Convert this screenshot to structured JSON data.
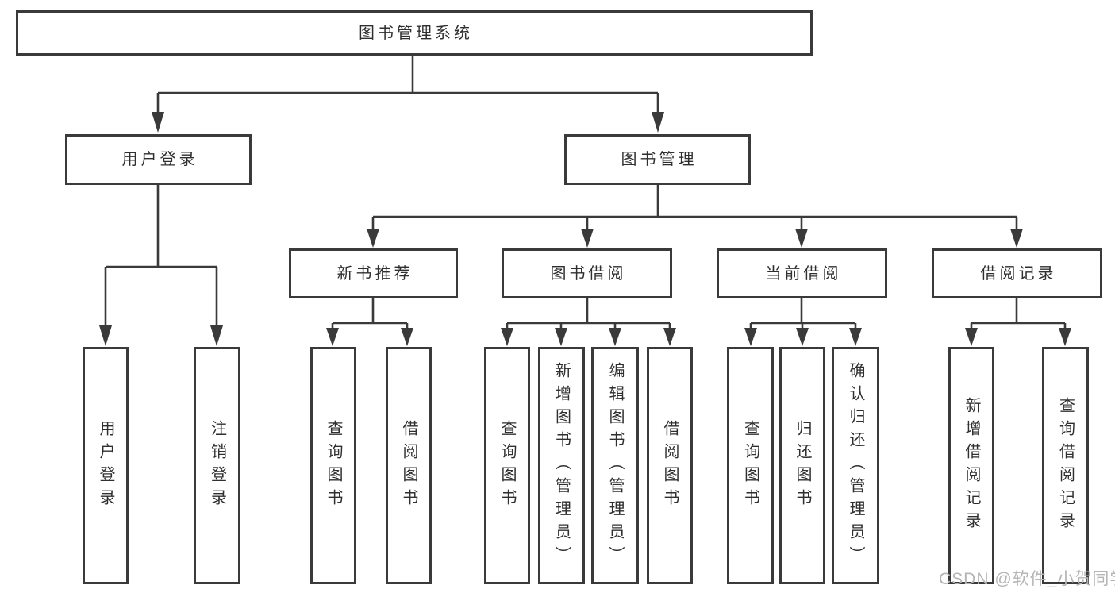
{
  "nodes": {
    "root": {
      "label": "图书管理系统"
    },
    "level2": [
      {
        "label": "用户登录"
      },
      {
        "label": "图书管理"
      }
    ],
    "level3": [
      {
        "label": "新书推荐"
      },
      {
        "label": "图书借阅"
      },
      {
        "label": "当前借阅"
      },
      {
        "label": "借阅记录"
      }
    ],
    "leaves": [
      {
        "label": "用户登录"
      },
      {
        "label": "注销登录"
      },
      {
        "label": "查询图书"
      },
      {
        "label": "借阅图书"
      },
      {
        "label": "查询图书"
      },
      {
        "label": "新增图书（管理员）"
      },
      {
        "label": "编辑图书（管理员）"
      },
      {
        "label": "借阅图书"
      },
      {
        "label": "查询图书"
      },
      {
        "label": "归还图书"
      },
      {
        "label": "确认归还（管理员）"
      },
      {
        "label": "新增借阅记录"
      },
      {
        "label": "查询借阅记录"
      }
    ]
  },
  "watermark": {
    "text": "CSDN @软件_小贺同学"
  },
  "colors": {
    "line": "#3a3a3a",
    "text": "#2f2f2f",
    "watermark": "#b5b5b5",
    "background": "#ffffff"
  }
}
